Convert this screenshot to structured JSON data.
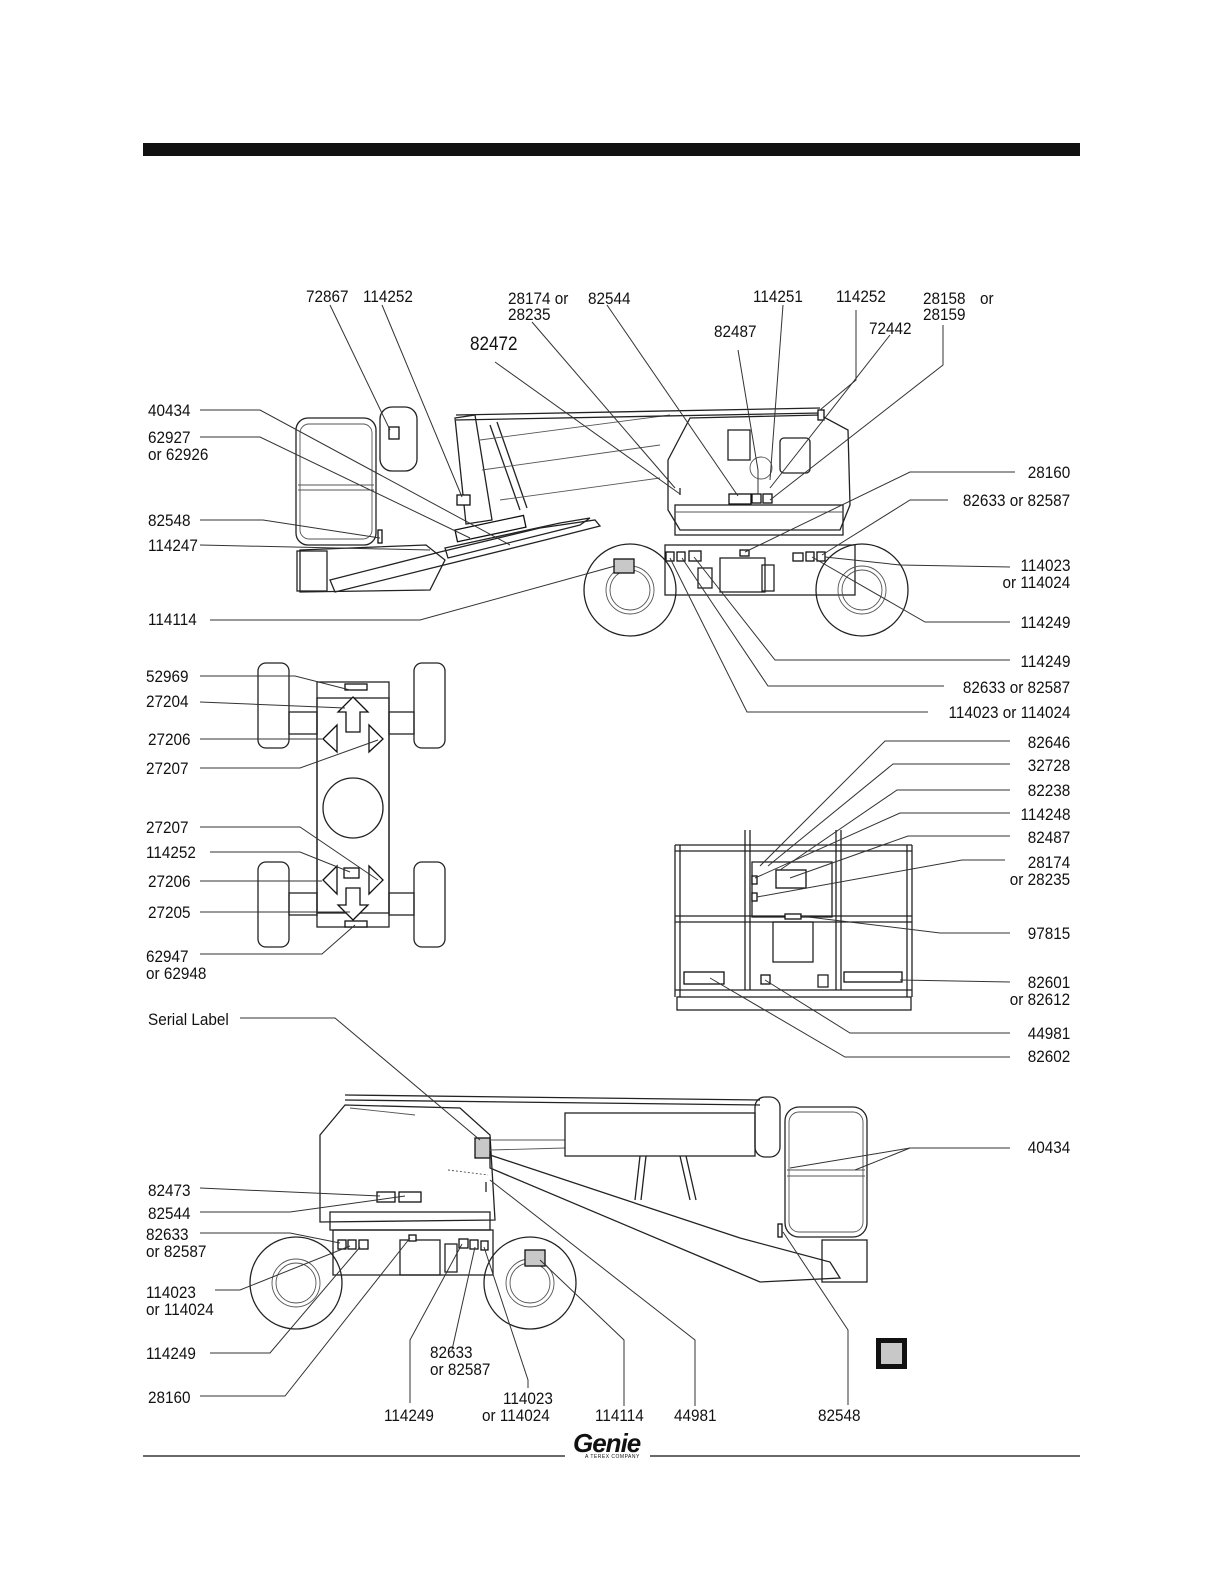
{
  "side_view_left": {
    "top_labels": [
      "72867",
      "114252",
      "28174 or",
      "28235",
      "82544",
      "82472",
      "114251",
      "114252",
      "28158",
      "or",
      "28159",
      "82487",
      "72442"
    ],
    "left_labels": [
      "40434",
      "62927",
      "or 62926",
      "82548",
      "114247",
      "114114"
    ],
    "right_labels": [
      "28160",
      "82633 or 82587",
      "114023",
      "or 114024",
      "114249",
      "114249",
      "82633 or 82587",
      "114023 or 114024"
    ]
  },
  "top_view": {
    "labels": [
      "52969",
      "27204",
      "27206",
      "27207",
      "27207",
      "114252",
      "27206",
      "27205",
      "62947",
      "or 62948"
    ]
  },
  "platform_view": {
    "labels": [
      "82646",
      "32728",
      "82238",
      "114248",
      "82487",
      "28174",
      "or 28235",
      "97815",
      "82601",
      "or 82612",
      "44981",
      "82602"
    ]
  },
  "side_view_right": {
    "labels": [
      "Serial Label",
      "40434",
      "82473",
      "82544",
      "82633",
      "or 82587",
      "114023",
      "or 114024",
      "114249",
      "28160",
      "82633",
      "or 82587",
      "114023",
      "or 114024",
      "114249",
      "114114",
      "44981",
      "82548"
    ]
  },
  "footer": {
    "logo": "Genie",
    "logo_sub": "A TEREX COMPANY"
  },
  "colors": {
    "ink": "#111111",
    "highlight_decal": "#c8c8c8"
  }
}
